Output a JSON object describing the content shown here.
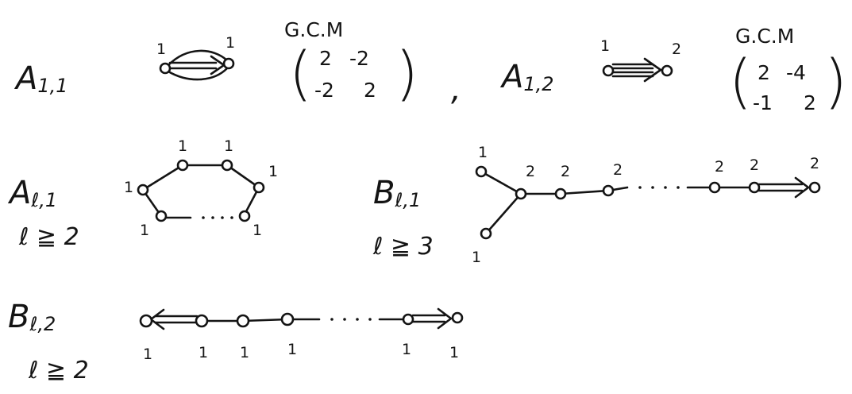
{
  "colors": {
    "ink": "#141414",
    "background": "#ffffff"
  },
  "a11": {
    "name": "A",
    "subscript": "1,1",
    "marks": [
      "1",
      "1"
    ],
    "gcm_caption": "G.C.M",
    "matrix": [
      [
        "2",
        "-2"
      ],
      [
        "-2",
        "2"
      ]
    ]
  },
  "separator": ",",
  "a12": {
    "name": "A",
    "subscript": "1,2",
    "marks": [
      "1",
      "2"
    ],
    "gcm_caption": "G.C.M",
    "matrix": [
      [
        "2",
        "-4"
      ],
      [
        "-1",
        "2"
      ]
    ]
  },
  "al1": {
    "name": "A",
    "subscript": "ℓ,1",
    "condition": "ℓ ≧ 2",
    "marks": [
      "1",
      "1",
      "1",
      "1",
      "1",
      "1"
    ]
  },
  "bl1": {
    "name": "B",
    "subscript": "ℓ,1",
    "condition": "ℓ ≧ 3",
    "marks": [
      "1",
      "1",
      "2",
      "2",
      "2",
      "2",
      "2",
      "2"
    ]
  },
  "bl2": {
    "name": "B",
    "subscript": "ℓ,2",
    "condition": "ℓ ≧ 2",
    "marks": [
      "1",
      "1",
      "1",
      "1",
      "1",
      "1"
    ]
  }
}
